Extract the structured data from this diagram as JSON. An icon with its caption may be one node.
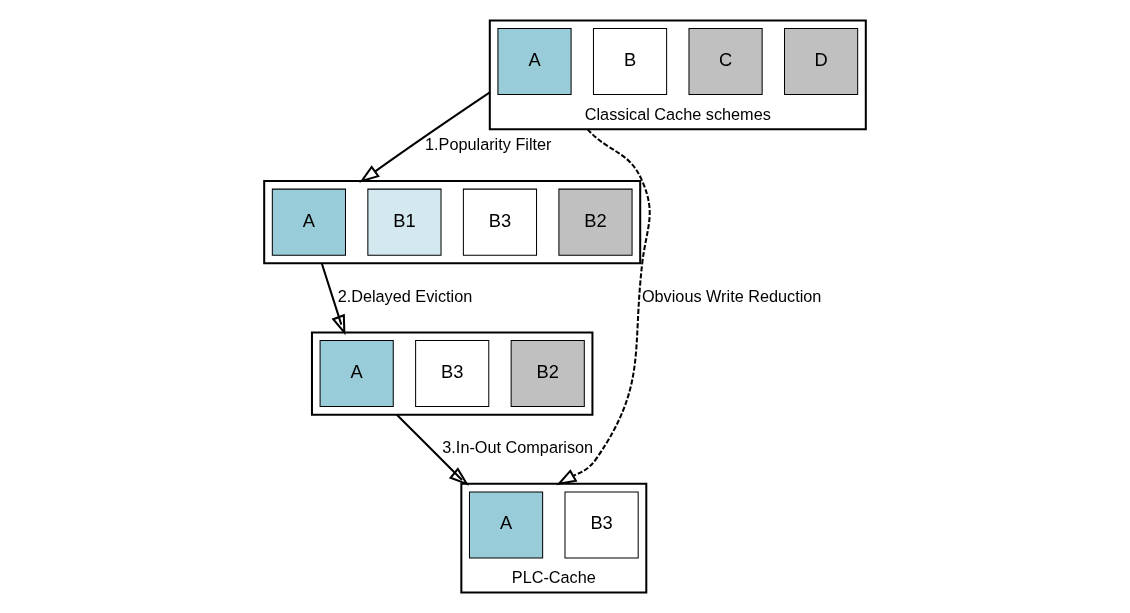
{
  "diagram": {
    "nodes": [
      {
        "text": [],
        "shape": "box",
        "beside": [
          "Classical Cache schemes"
        ]
      },
      {
        "text": [
          "A"
        ],
        "in": 0
      },
      {
        "text": [
          "B"
        ],
        "in": 0
      },
      {
        "text": [
          "C"
        ],
        "in": 0
      },
      {
        "text": [
          "D"
        ],
        "in": 0
      },
      {
        "text": [],
        "shape": "box"
      },
      {
        "text": [
          "A"
        ],
        "in": 5
      },
      {
        "text": [
          "B1"
        ],
        "in": 5
      },
      {
        "text": [
          "B3"
        ],
        "in": 5
      },
      {
        "text": [
          "B2"
        ],
        "in": 5
      },
      {
        "text": [],
        "shape": "box"
      },
      {
        "text": [
          "A"
        ],
        "in": 10
      },
      {
        "text": [
          "B3"
        ],
        "in": 10
      },
      {
        "text": [
          "B2"
        ],
        "in": 10
      },
      {
        "text": [],
        "shape": "box",
        "beside": [
          "PLC-Cache"
        ]
      },
      {
        "text": [
          "A"
        ],
        "in": 14
      },
      {
        "text": [
          "B3"
        ],
        "in": 14
      }
    ],
    "edges": [
      {
        "from": 0,
        "to": 5,
        "arrow": "to",
        "label": "1.Popularity Filter"
      },
      {
        "from": 5,
        "to": 10,
        "arrow": "to",
        "label": "2.Delayed Eviction"
      },
      {
        "from": 10,
        "to": 14,
        "arrow": "to",
        "label": "3.In-Out Comparison"
      },
      {
        "from": 0,
        "to": 14,
        "arrow": "to",
        "label": "Obvious Write Reduction",
        "style": "dashed"
      }
    ]
  }
}
